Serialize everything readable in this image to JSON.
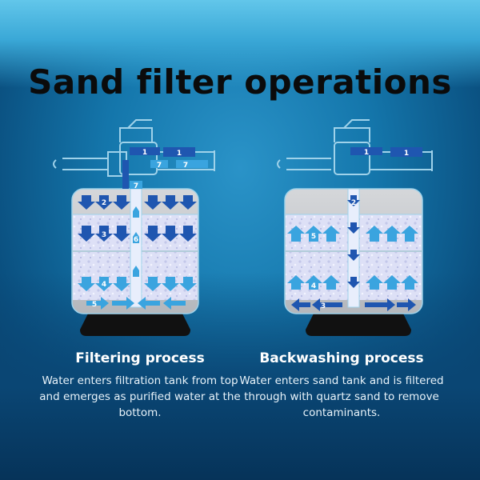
{
  "title": "Sand filter operations",
  "panels": [
    {
      "title": "Filtering process",
      "description": "Water enters filtration tank from top and emerges as purified water at the bottom.",
      "pipe_labels": [
        "1",
        "1",
        "7",
        "7",
        "7"
      ],
      "flow_labels": [
        "2",
        "3",
        "4",
        "5",
        "6"
      ]
    },
    {
      "title": "Backwashing process",
      "description": "Water enters sand tank and is filtered through with quartz sand to remove contaminants.",
      "pipe_labels": [
        "1",
        "1"
      ],
      "flow_labels": [
        "2",
        "3",
        "4",
        "5"
      ]
    }
  ],
  "colors": {
    "arrow_dark": "#1f56b0",
    "arrow_light": "#3aa4df",
    "tank_top": "#c9cbce",
    "sand": "#d8dbf2",
    "pipe_outline": "#9fd2ea",
    "stand": "#111111"
  }
}
